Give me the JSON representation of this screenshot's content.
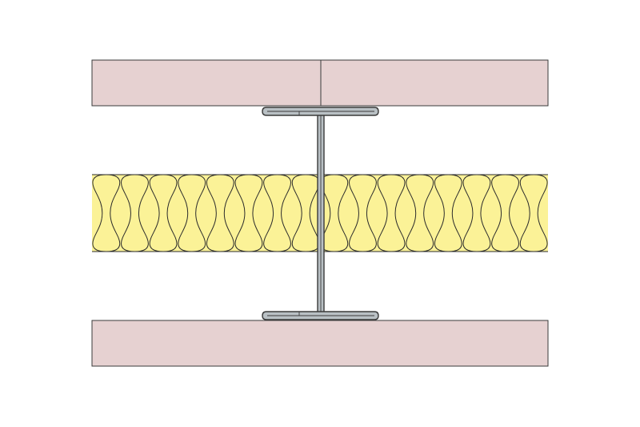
{
  "diagram": {
    "kind": "wall-section",
    "colors": {
      "background": "#ffffff",
      "board_fill": "#e6d1d1",
      "board_stroke": "#3a3a3a",
      "insulation_fill": "#fbf297",
      "insulation_stroke": "#2b2b2b",
      "stud_fill": "#b9c0c4",
      "stud_stroke": "#3a3a3a"
    },
    "components": {
      "top_board": {
        "pieces": 2,
        "material": "plasterboard"
      },
      "bottom_board": {
        "pieces": 1,
        "material": "plasterboard"
      },
      "insulation": {
        "material": "mineral-wool",
        "fibre_loops": 16
      },
      "stud": {
        "profile": "i-section",
        "flanges": 2
      }
    }
  }
}
